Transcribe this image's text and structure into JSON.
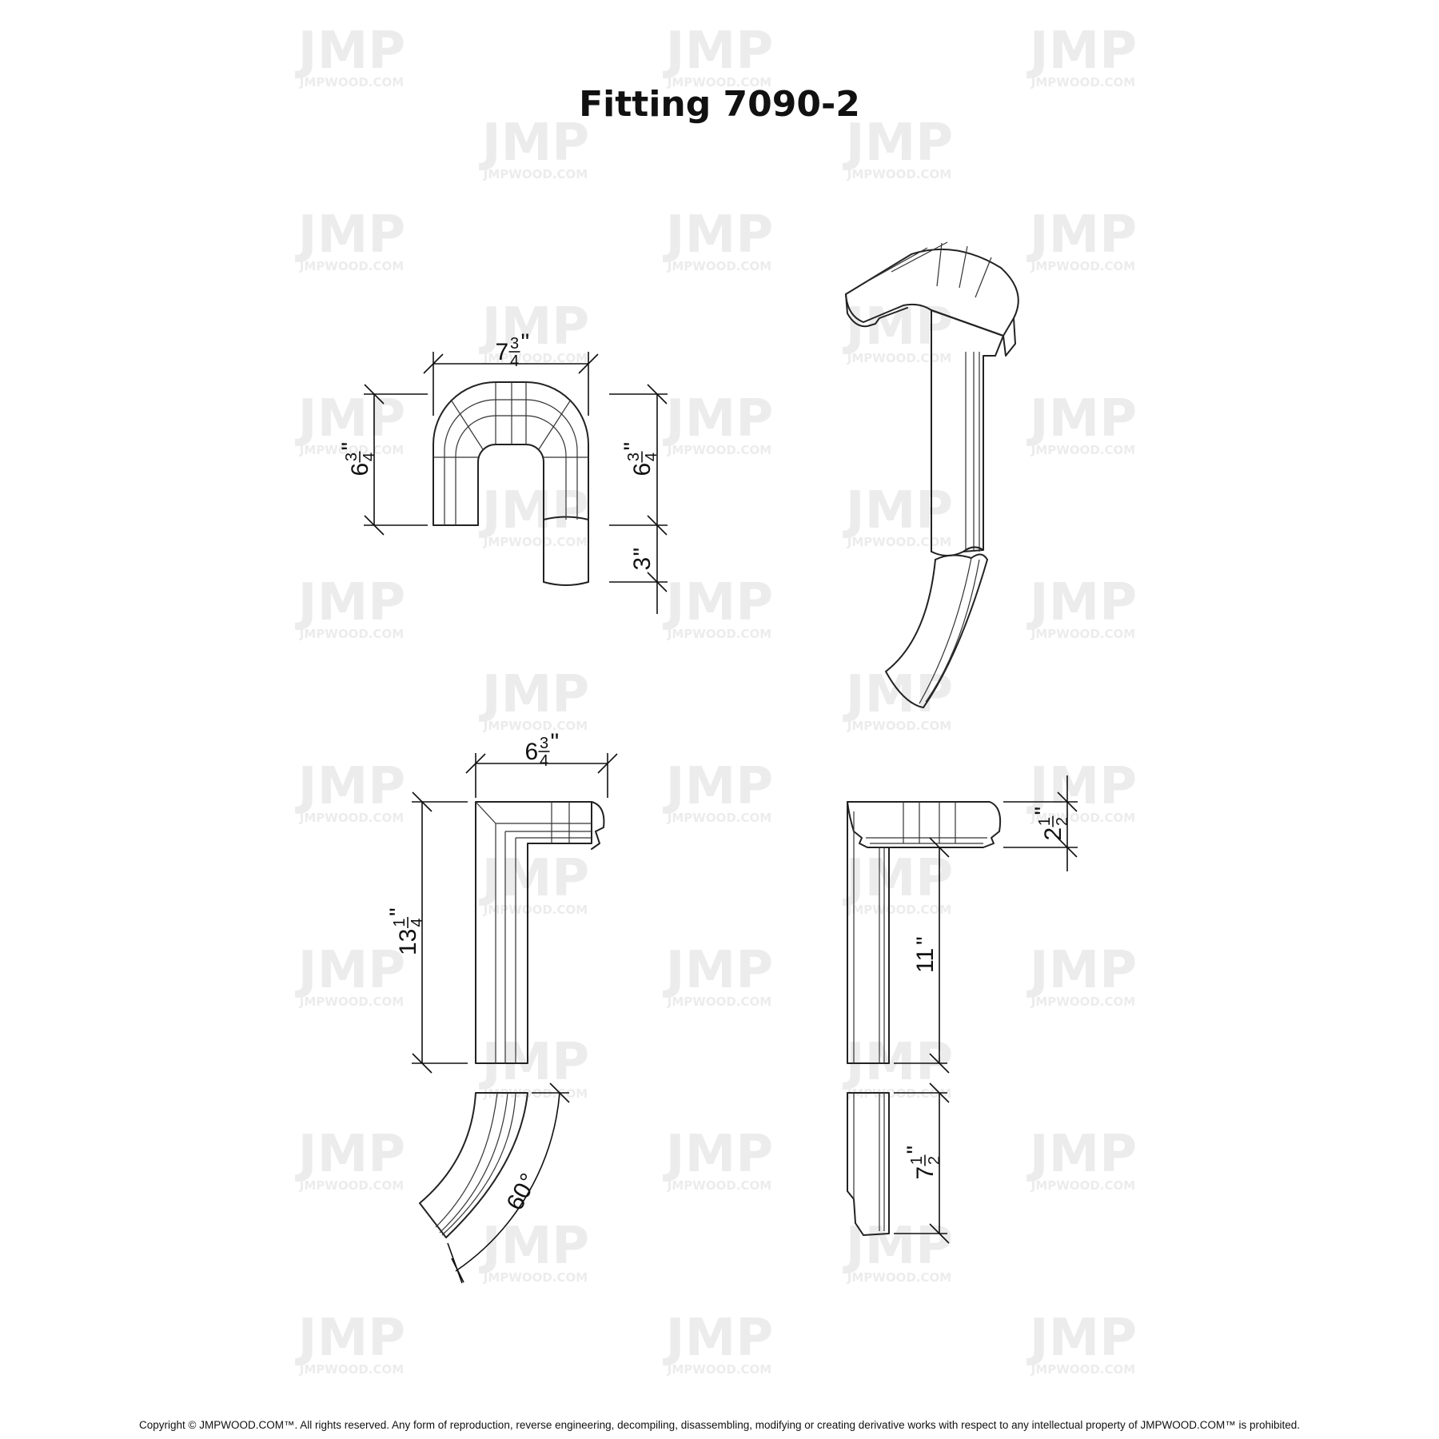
{
  "title": "Fitting 7090-2",
  "watermark": {
    "logo": "JMP",
    "site": "JMPWOOD.COM"
  },
  "dimensions": {
    "top_view_width": {
      "whole": "7",
      "num": "3",
      "den": "4",
      "unit": "\""
    },
    "top_view_left_height": {
      "whole": "6",
      "num": "3",
      "den": "4",
      "unit": "\""
    },
    "top_view_right_height": {
      "whole": "6",
      "num": "3",
      "den": "4",
      "unit": "\""
    },
    "top_view_extension": {
      "whole": "3",
      "unit": "\""
    },
    "side_view_width": {
      "whole": "6",
      "num": "3",
      "den": "4",
      "unit": "\""
    },
    "side_view_height": {
      "whole": "13",
      "num": "1",
      "den": "4",
      "unit": "\""
    },
    "side_view_angle": {
      "whole": "60",
      "unit": "°"
    },
    "front_view_cap": {
      "whole": "2",
      "num": "1",
      "den": "2",
      "unit": "\""
    },
    "front_view_drop": {
      "whole": "11",
      "unit": "\""
    },
    "front_view_lower": {
      "whole": "7",
      "num": "1",
      "den": "2",
      "unit": "\""
    }
  },
  "copyright": "Copyright © JMPWOOD.COM™. All rights reserved. Any form of reproduction, reverse engineering, decompiling, disassembling, modifying or creating derivative works with respect to any intellectual property of JMPWOOD.COM™ is prohibited."
}
